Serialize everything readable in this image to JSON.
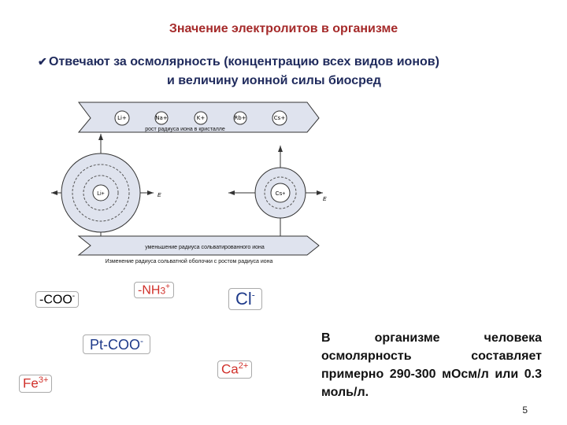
{
  "slide": {
    "title": "Значение электролитов в  организме",
    "bullet_line1": "Отвечают за осмолярность (концентрацию всех видов ионов)",
    "bullet_line2": "и величину ионной силы биосред",
    "page_number": "5"
  },
  "figure": {
    "top_ions": [
      "Li+",
      "Na+",
      "K+",
      "Rb+",
      "Cs+"
    ],
    "top_caption": "рост радиуса иона в кристалле",
    "left_center_ion": "Li+",
    "right_center_ion": "Cs+",
    "e_label": "E",
    "bottom_arrow_caption": "уменьшение радиуса сольватированного иона",
    "caption": "Изменение радиуса сольватной оболочки с ростом радиуса иона"
  },
  "ions": {
    "coo": "-COO",
    "coo_charge": "-",
    "nh3": "-NH",
    "nh3_sub": "3",
    "nh3_charge": "+",
    "cl": "Cl",
    "cl_charge": "-",
    "ptcoo": "Pt-COO",
    "ptcoo_charge": "-",
    "fe": "Fe",
    "fe_charge": "3+",
    "ca": "Ca",
    "ca_charge": "2+"
  },
  "body_text": "В организме человека осмолярность составляет примерно 290-300 мОсм/л или 0.3 моль/л.",
  "colors": {
    "title": "#a52a2a",
    "bullet": "#1f2a5c",
    "cl_text": "#1e3a8a",
    "ion_red": "#d0302a",
    "ion_blue": "#1e3a8a",
    "figure_fill": "#dfe3ee"
  }
}
